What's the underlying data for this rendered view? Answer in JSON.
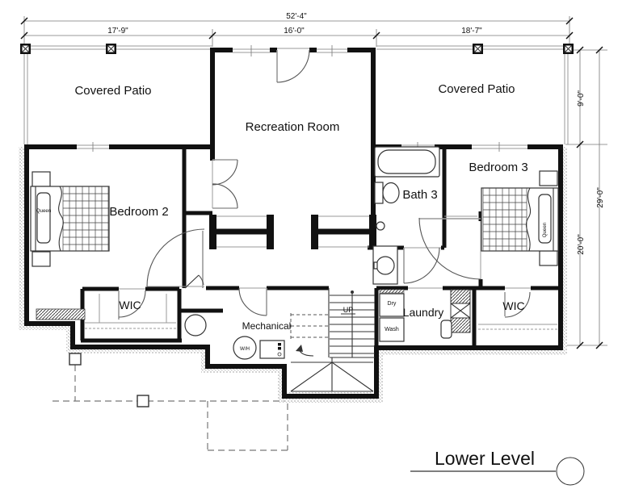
{
  "title": "Lower Level",
  "rooms": {
    "covered_patio_left": "Covered Patio",
    "covered_patio_right": "Covered Patio",
    "recreation_room": "Recreation Room",
    "bedroom_2": "Bedroom 2",
    "bedroom_3": "Bedroom 3",
    "bath_3": "Bath 3",
    "wic_left": "WIC",
    "wic_right": "WIC",
    "laundry": "Laundry",
    "mechanical": "Mechanical"
  },
  "fixtures": {
    "water_heater": "W/H",
    "dryer": "Dry",
    "washer": "Wash",
    "stairs_direction": "UP",
    "bed_left": "Queen",
    "bed_right": "Queen"
  },
  "dimensions": {
    "overall_width": "52'-4\"",
    "left_section_width": "17'-9\"",
    "center_section_width": "16'-0\"",
    "right_section_width": "18'-7\"",
    "patio_depth": "9'-0\"",
    "main_depth": "20'-0\"",
    "overall_depth": "29'-0\""
  },
  "colors": {
    "wall": "#111111",
    "thin_line": "#555555",
    "background": "#ffffff"
  }
}
